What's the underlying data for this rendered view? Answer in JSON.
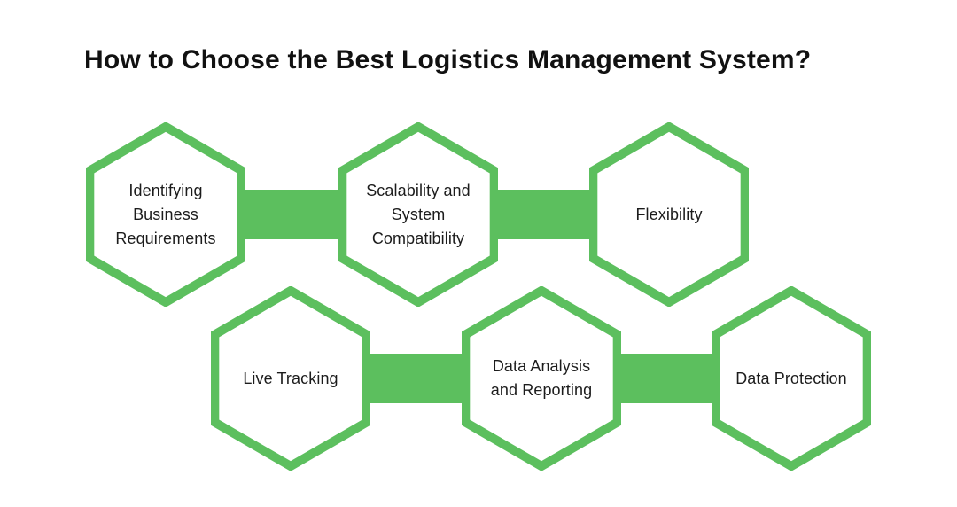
{
  "title": "How to Choose the Best Logistics Management System?",
  "colors": {
    "accent": "#5CBF5E",
    "background": "#FFFFFF",
    "title_text": "#111111",
    "label_text": "#1C1C1C"
  },
  "hexagons": [
    {
      "id": "identifying-business-requirements",
      "row": 1,
      "label": "Identifying\nBusiness\nRequirements"
    },
    {
      "id": "scalability-and-system-compatibility",
      "row": 1,
      "label": "Scalability and\nSystem\nCompatibility"
    },
    {
      "id": "flexibility",
      "row": 1,
      "label": "Flexibility"
    },
    {
      "id": "live-tracking",
      "row": 2,
      "label": "Live Tracking"
    },
    {
      "id": "data-analysis-and-reporting",
      "row": 2,
      "label": "Data Analysis\nand Reporting"
    },
    {
      "id": "data-protection",
      "row": 2,
      "label": "Data Protection"
    }
  ]
}
